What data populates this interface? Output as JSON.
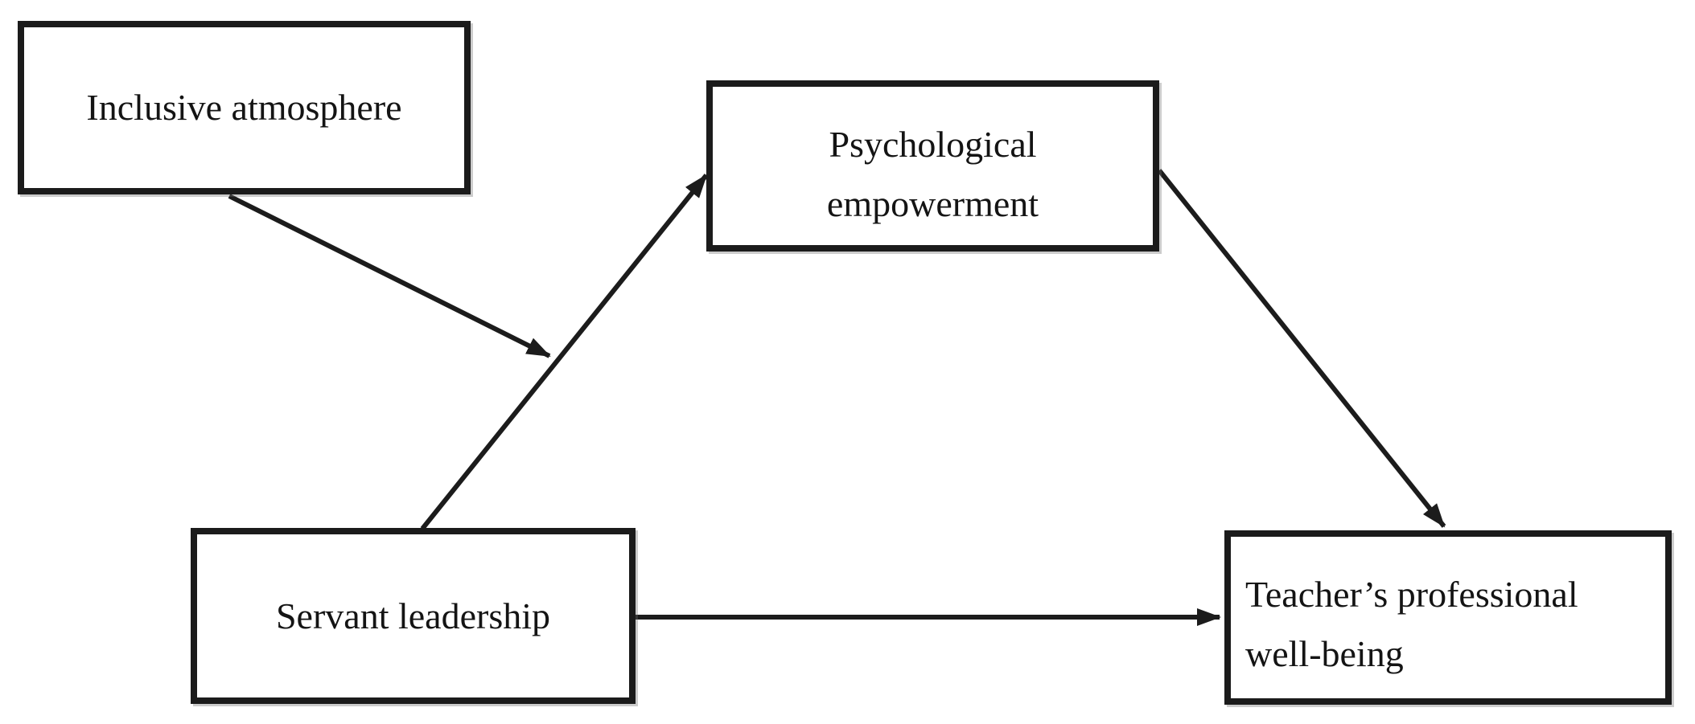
{
  "diagram": {
    "type": "path-model",
    "background_color": "#ffffff",
    "box_border_color": "#1b1b1b",
    "arrow_color": "#1c1c1c",
    "text_color": "#141414",
    "boxes": [
      {
        "name": "inclusive-atmosphere",
        "label": "Inclusive atmosphere",
        "lines": [
          "Inclusive atmosphere"
        ]
      },
      {
        "name": "psychological-empowerment",
        "label": "Psychological empowerment",
        "lines": [
          "Psychological",
          "empowerment"
        ]
      },
      {
        "name": "servant-leadership",
        "label": "Servant leadership",
        "lines": [
          "Servant leadership"
        ]
      },
      {
        "name": "teachers-professional-well-being",
        "label": "Teacher’s professional well-being",
        "lines": [
          "Teacher’s professional",
          "well-being"
        ]
      }
    ],
    "arrows": [
      {
        "name": "moderation-arrow",
        "from": "Inclusive atmosphere",
        "to": "path: Servant leadership → Psychological empowerment",
        "role": "moderation"
      },
      {
        "name": "servant-to-psych-arrow",
        "from": "Servant leadership",
        "to": "Psychological empowerment",
        "role": "direct"
      },
      {
        "name": "psych-to-teacher-arrow",
        "from": "Psychological empowerment",
        "to": "Teacher’s professional well-being",
        "role": "direct"
      },
      {
        "name": "servant-to-teacher-arrow",
        "from": "Servant leadership",
        "to": "Teacher’s professional well-being",
        "role": "direct"
      }
    ]
  }
}
